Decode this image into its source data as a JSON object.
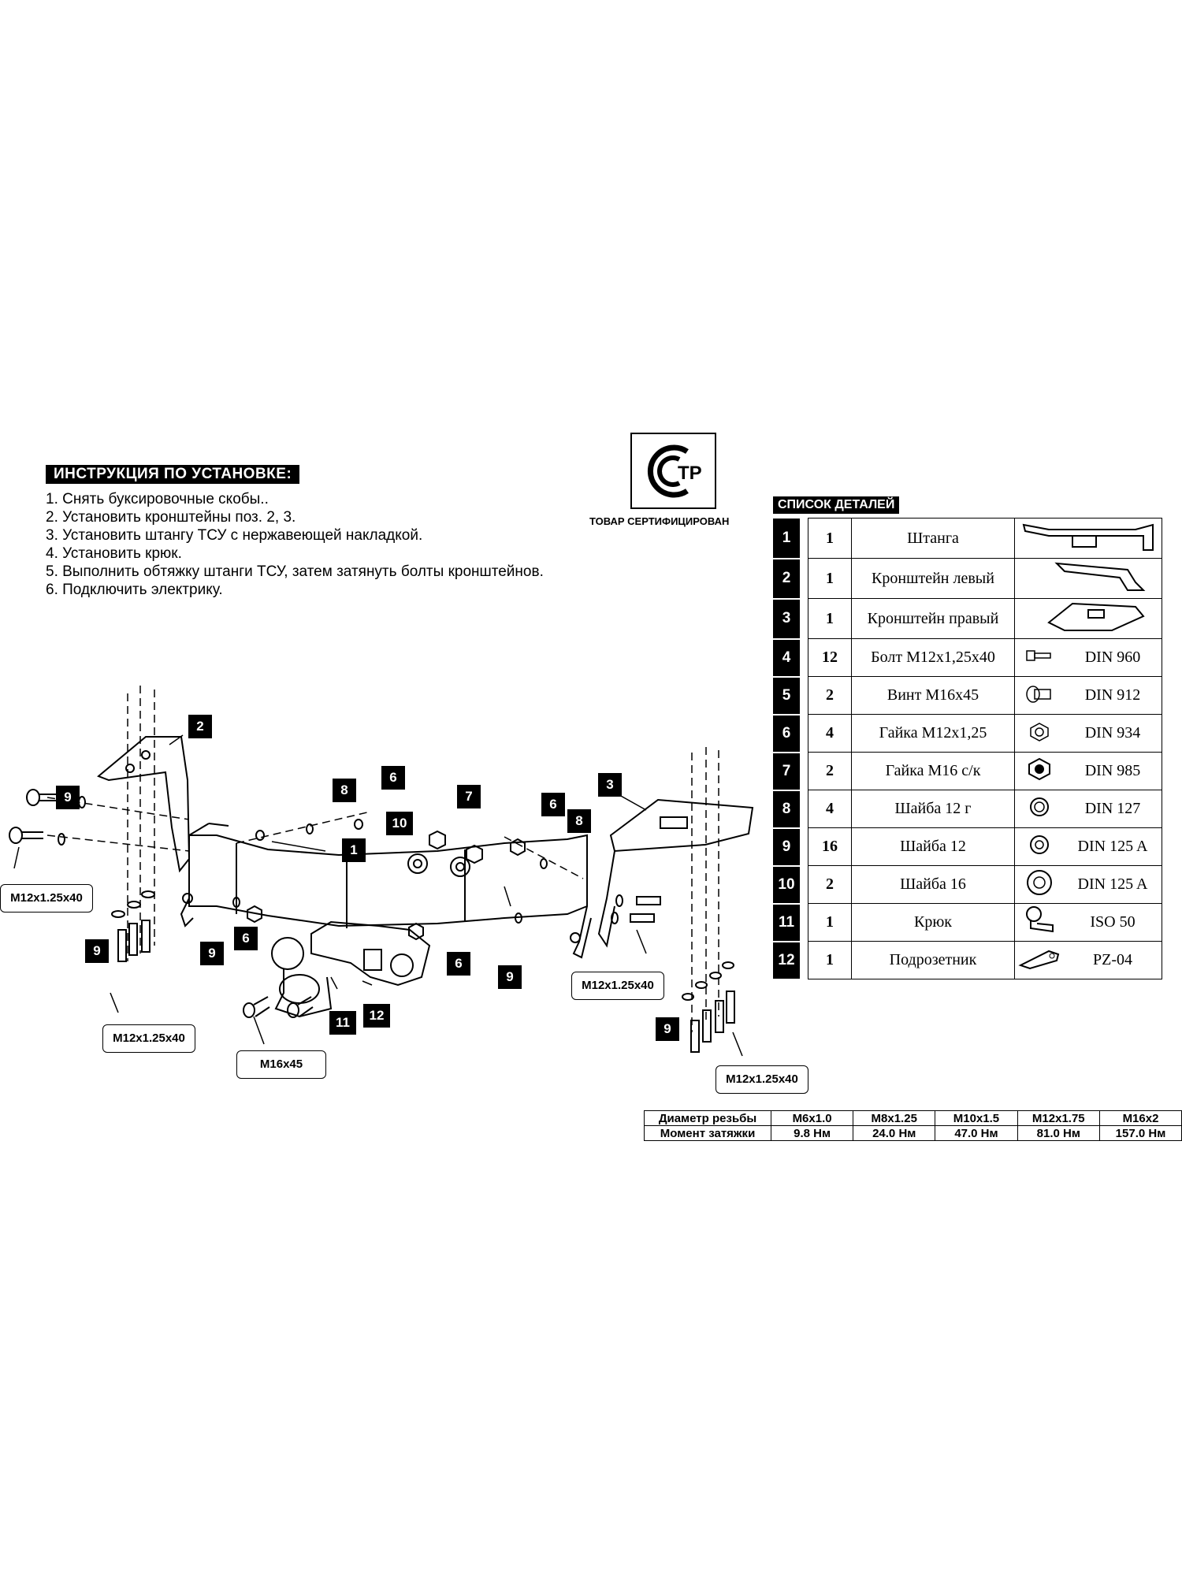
{
  "instructions": {
    "title": "ИНСТРУКЦИЯ ПО УСТАНОВКЕ:",
    "steps": [
      "1. Снять буксировочные скобы..",
      "2. Установить кронштейны поз. 2, 3.",
      "3. Установить штангу ТСУ с нержавеющей накладкой.",
      "4. Установить крюк.",
      "5. Выполнить обтяжку штанги ТСУ, затем затянуть болты кронштейнов.",
      "6. Подключить электрику."
    ]
  },
  "certification": {
    "logo_text": "ТР",
    "label": "ТОВАР СЕРТИФИЦИРОВАН"
  },
  "parts_list": {
    "title": "СПИСОК ДЕТАЛЕЙ",
    "rows": [
      {
        "num": "1",
        "qty": "1",
        "name": "Штанга",
        "std": ""
      },
      {
        "num": "2",
        "qty": "1",
        "name": "Кронштейн левый",
        "std": ""
      },
      {
        "num": "3",
        "qty": "1",
        "name": "Кронштейн правый",
        "std": ""
      },
      {
        "num": "4",
        "qty": "12",
        "name": "Болт М12х1,25х40",
        "std": "DIN 960"
      },
      {
        "num": "5",
        "qty": "2",
        "name": "Винт М16х45",
        "std": "DIN 912"
      },
      {
        "num": "6",
        "qty": "4",
        "name": "Гайка М12х1,25",
        "std": "DIN 934"
      },
      {
        "num": "7",
        "qty": "2",
        "name": "Гайка М16 с/к",
        "std": "DIN 985"
      },
      {
        "num": "8",
        "qty": "4",
        "name": "Шайба 12 г",
        "std": "DIN 127"
      },
      {
        "num": "9",
        "qty": "16",
        "name": "Шайба 12",
        "std": "DIN 125 A"
      },
      {
        "num": "10",
        "qty": "2",
        "name": "Шайба 16",
        "std": "DIN 125 A"
      },
      {
        "num": "11",
        "qty": "1",
        "name": "Крюк",
        "std": "ISO 50"
      },
      {
        "num": "12",
        "qty": "1",
        "name": "Подрозетник",
        "std": "PZ-04"
      }
    ]
  },
  "torque_table": {
    "row1_label": "Диаметр резьбы",
    "row2_label": "Момент затяжки",
    "threads": [
      "M6x1.0",
      "M8x1.25",
      "M10x1.5",
      "M12x1.75",
      "M16x2"
    ],
    "torques": [
      "9.8 Нм",
      "24.0 Нм",
      "47.0 Нм",
      "81.0 Нм",
      "157.0 Нм"
    ]
  },
  "diagram": {
    "callouts": [
      "2",
      "9",
      "8",
      "6",
      "7",
      "10",
      "1",
      "6",
      "8",
      "3",
      "9",
      "6",
      "9",
      "6",
      "9",
      "11",
      "12",
      "9"
    ],
    "spec_labels": [
      "M12x1.25x40",
      "M12x1.25x40",
      "M16x45",
      "M12x1.25x40",
      "M12x1.25x40"
    ]
  }
}
